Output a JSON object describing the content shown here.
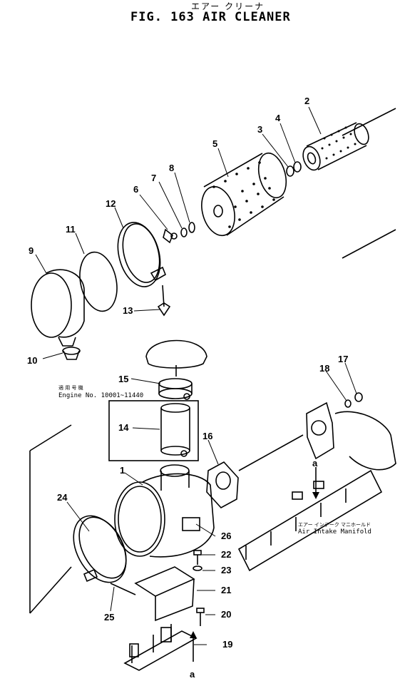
{
  "header": {
    "title_jp": "エアー クリーナ",
    "title_en": "FIG. 163  AIR CLEANER"
  },
  "notes": {
    "engine_jp": "適 用 号 機",
    "engine_range": "Engine No. 10001~11440",
    "manifold_jp": "エアー インテーク マニホールド",
    "manifold_en": "Air Intake Manifold"
  },
  "callouts": [
    "1",
    "2",
    "3",
    "4",
    "5",
    "6",
    "7",
    "8",
    "9",
    "10",
    "11",
    "12",
    "13",
    "14",
    "15",
    "16",
    "17",
    "18",
    "19",
    "20",
    "21",
    "22",
    "23",
    "24",
    "25",
    "26"
  ],
  "match_marks": [
    "a",
    "a"
  ]
}
